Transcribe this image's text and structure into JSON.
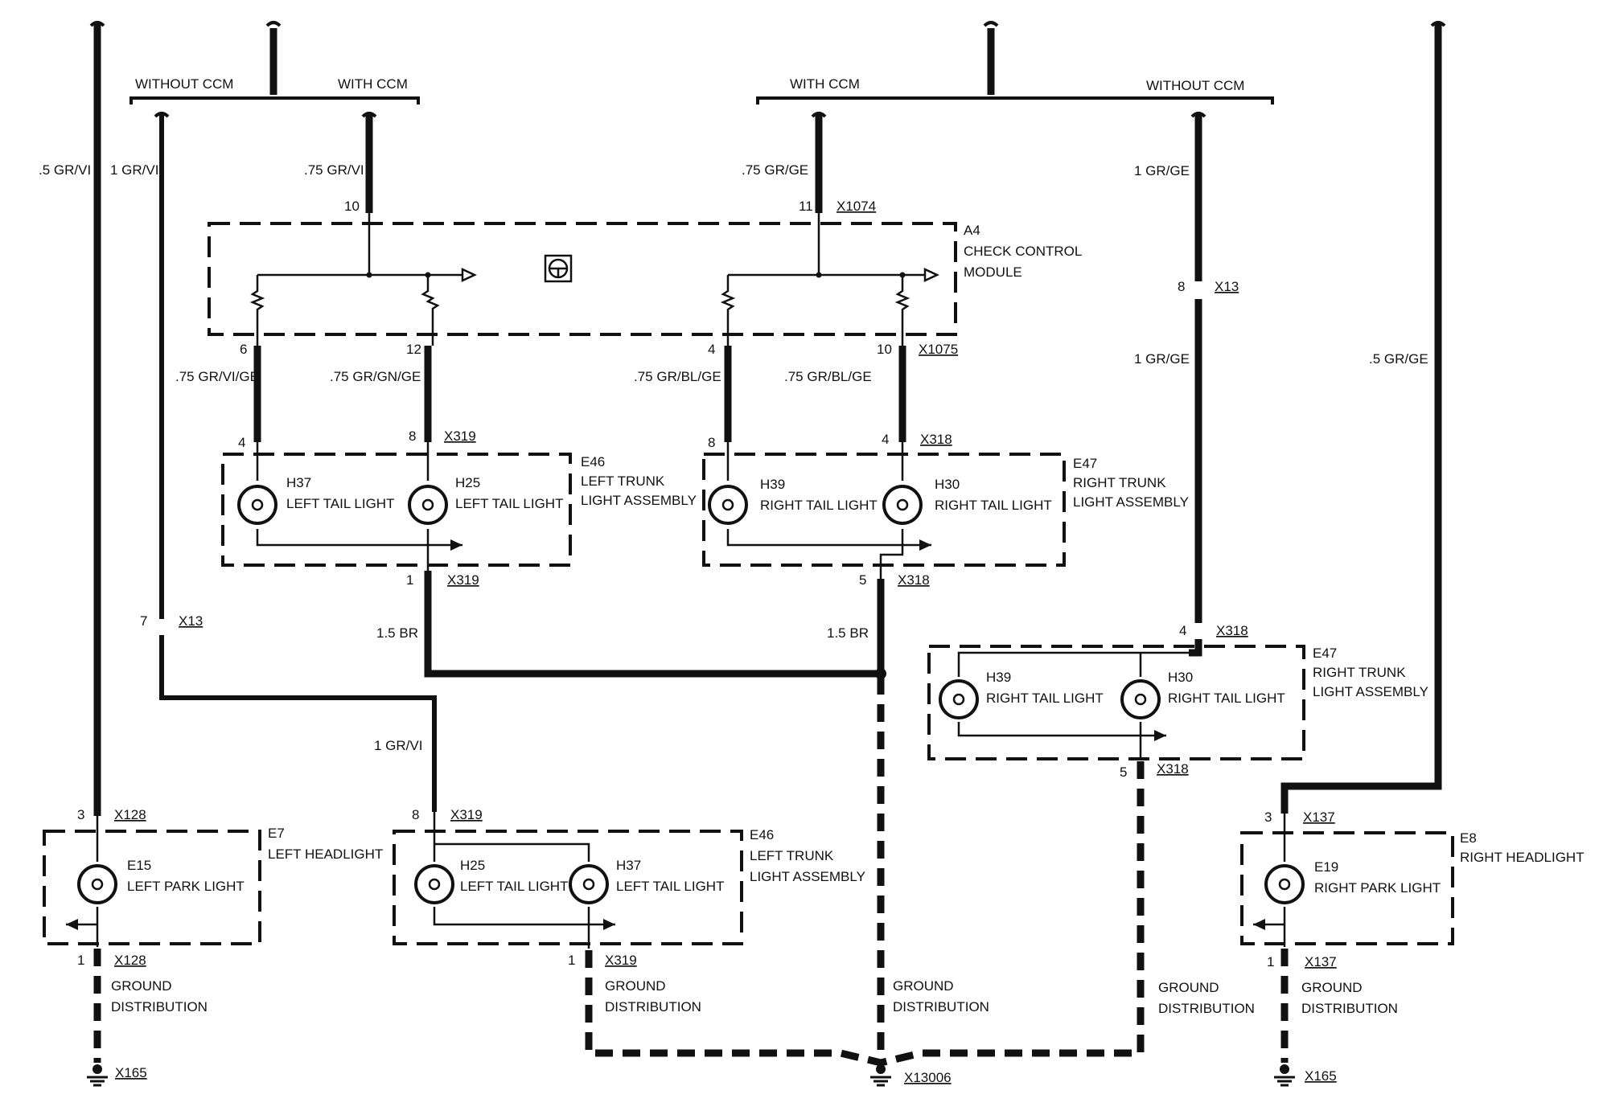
{
  "variants": {
    "left_without": "WITHOUT CCM",
    "left_with": "WITH CCM",
    "right_with": "WITH CCM",
    "right_without": "WITHOUT CCM"
  },
  "wires": {
    "w1": ".5 GR/VI",
    "w2": "1 GR/VI",
    "w3": ".75 GR/VI",
    "w4": ".75 GR/GE",
    "w5": "1 GR/GE",
    "w6": "1 GR/GE",
    "w7": ".5 GR/GE",
    "w8": ".75 GR/VI/GE",
    "w9": ".75 GR/GN/GE",
    "w10": ".75 GR/BL/GE",
    "w11": ".75 GR/BL/GE",
    "w12": "1.5 BR",
    "w13": "1.5 BR",
    "w14": "1 GR/VI"
  },
  "module": {
    "id": "A4",
    "name_line1": "CHECK CONTROL",
    "name_line2": "MODULE",
    "connector_in": "X1074",
    "connector_out": "X1075"
  },
  "pins": {
    "p10": "10",
    "p11": "11",
    "p6": "6",
    "p12": "12",
    "p4": "4",
    "p10b": "10",
    "p4b": "4",
    "p8b": "8",
    "p8c": "8",
    "p4c": "4",
    "p1a": "1",
    "p5a": "5",
    "p7": "7",
    "p8": "8",
    "p4d": "4",
    "p5b": "5",
    "p3l": "3",
    "p8e": "8",
    "p3r": "3",
    "p1l": "1",
    "p1m": "1",
    "p1r": "1"
  },
  "connectors": {
    "x319_a": "X319",
    "x318_a": "X318",
    "x319_b": "X319",
    "x318_b": "X318",
    "x13_l": "X13",
    "x13_r": "X13",
    "x318_c": "X318",
    "x318_d": "X318",
    "x128_a": "X128",
    "x128_b": "X128",
    "x319_c": "X319",
    "x319_d": "X319",
    "x137_a": "X137",
    "x137_b": "X137",
    "x165_l": "X165",
    "x13006": "X13006",
    "x165_r": "X165"
  },
  "assemblies": {
    "e46_top": {
      "id": "E46",
      "line1": "LEFT TRUNK",
      "line2": "LIGHT ASSEMBLY"
    },
    "e47_top": {
      "id": "E47",
      "line1": "RIGHT TRUNK",
      "line2": "LIGHT ASSEMBLY"
    },
    "e47_mid": {
      "id": "E47",
      "line1": "RIGHT TRUNK",
      "line2": "LIGHT ASSEMBLY"
    },
    "e46_bot": {
      "id": "E46",
      "line1": "LEFT TRUNK",
      "line2": "LIGHT ASSEMBLY"
    },
    "e7": {
      "id": "E7",
      "line1": "LEFT HEADLIGHT"
    },
    "e8": {
      "id": "E8",
      "line1": "RIGHT HEADLIGHT"
    }
  },
  "lamps": {
    "h37_top": {
      "id": "H37",
      "name": "LEFT TAIL LIGHT"
    },
    "h25_top": {
      "id": "H25",
      "name": "LEFT TAIL LIGHT"
    },
    "h39_top": {
      "id": "H39",
      "name": "RIGHT TAIL LIGHT"
    },
    "h30_top": {
      "id": "H30",
      "name": "RIGHT TAIL LIGHT"
    },
    "h39_mid": {
      "id": "H39",
      "name": "RIGHT TAIL LIGHT"
    },
    "h30_mid": {
      "id": "H30",
      "name": "RIGHT TAIL LIGHT"
    },
    "e15": {
      "id": "E15",
      "name": "LEFT PARK LIGHT"
    },
    "h25_bot": {
      "id": "H25",
      "name": "LEFT TAIL LIGHT"
    },
    "h37_bot": {
      "id": "H37",
      "name": "LEFT TAIL LIGHT"
    },
    "e19": {
      "id": "E19",
      "name": "RIGHT PARK LIGHT"
    }
  },
  "ground": {
    "g1_line1": "GROUND",
    "g1_line2": "DISTRIBUTION",
    "g2_line1": "GROUND",
    "g2_line2": "DISTRIBUTION",
    "g3_line1": "GROUND",
    "g3_line2": "DISTRIBUTION",
    "g4_line1": "GROUND",
    "g4_line2": "DISTRIBUTION",
    "g5_line1": "GROUND",
    "g5_line2": "DISTRIBUTION"
  }
}
